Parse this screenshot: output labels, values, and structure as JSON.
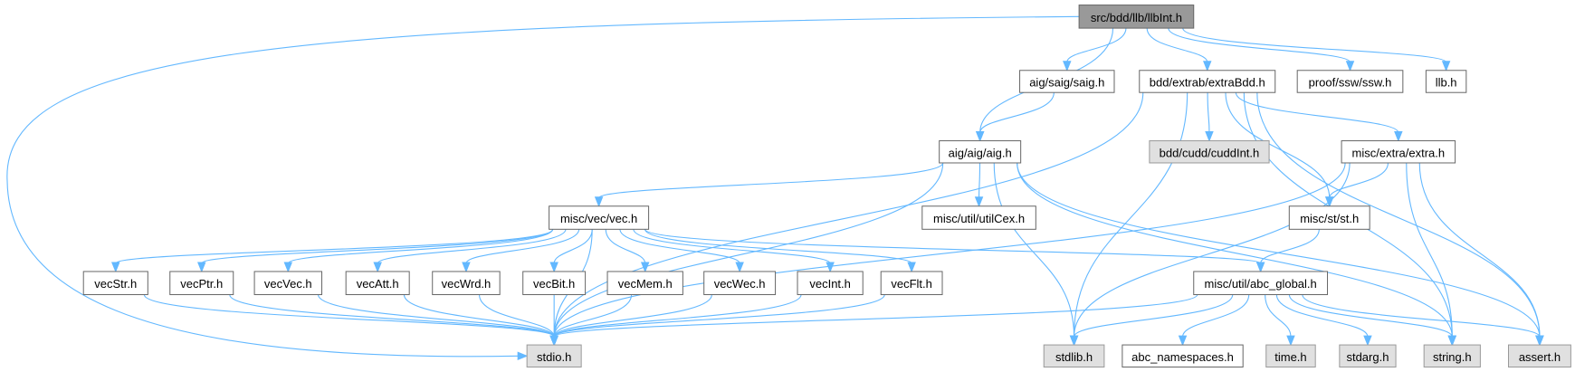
{
  "title": "src/bdd/llb/llbInt.h",
  "colors": {
    "edge": "#63b8ff",
    "root_fill": "#999999",
    "documented_fill": "#ffffff",
    "system_fill": "#e0e0e0",
    "border": "#666666"
  },
  "nodes": [
    {
      "id": "root",
      "label": "src/bdd/llb/llbInt.h",
      "kind": "root"
    },
    {
      "id": "saig",
      "label": "aig/saig/saig.h",
      "kind": "plain"
    },
    {
      "id": "extraBdd",
      "label": "bdd/extrab/extraBdd.h",
      "kind": "plain"
    },
    {
      "id": "ssw",
      "label": "proof/ssw/ssw.h",
      "kind": "plain"
    },
    {
      "id": "llb",
      "label": "llb.h",
      "kind": "plain"
    },
    {
      "id": "aig",
      "label": "aig/aig/aig.h",
      "kind": "plain"
    },
    {
      "id": "cuddInt",
      "label": "bdd/cudd/cuddInt.h",
      "kind": "sys"
    },
    {
      "id": "extra",
      "label": "misc/extra/extra.h",
      "kind": "plain"
    },
    {
      "id": "vec",
      "label": "misc/vec/vec.h",
      "kind": "plain"
    },
    {
      "id": "utilCex",
      "label": "misc/util/utilCex.h",
      "kind": "plain"
    },
    {
      "id": "st",
      "label": "misc/st/st.h",
      "kind": "plain"
    },
    {
      "id": "vecStr",
      "label": "vecStr.h",
      "kind": "plain"
    },
    {
      "id": "vecPtr",
      "label": "vecPtr.h",
      "kind": "plain"
    },
    {
      "id": "vecVec",
      "label": "vecVec.h",
      "kind": "plain"
    },
    {
      "id": "vecAtt",
      "label": "vecAtt.h",
      "kind": "plain"
    },
    {
      "id": "vecWrd",
      "label": "vecWrd.h",
      "kind": "plain"
    },
    {
      "id": "vecBit",
      "label": "vecBit.h",
      "kind": "plain"
    },
    {
      "id": "vecMem",
      "label": "vecMem.h",
      "kind": "plain"
    },
    {
      "id": "vecWec",
      "label": "vecWec.h",
      "kind": "plain"
    },
    {
      "id": "vecInt",
      "label": "vecInt.h",
      "kind": "plain"
    },
    {
      "id": "vecFlt",
      "label": "vecFlt.h",
      "kind": "plain"
    },
    {
      "id": "abc_global",
      "label": "misc/util/abc_global.h",
      "kind": "plain"
    },
    {
      "id": "stdio",
      "label": "stdio.h",
      "kind": "sys"
    },
    {
      "id": "stdlib",
      "label": "stdlib.h",
      "kind": "sys"
    },
    {
      "id": "abc_namespaces",
      "label": "abc_namespaces.h",
      "kind": "plain"
    },
    {
      "id": "time",
      "label": "time.h",
      "kind": "sys"
    },
    {
      "id": "stdarg",
      "label": "stdarg.h",
      "kind": "sys"
    },
    {
      "id": "string",
      "label": "string.h",
      "kind": "sys"
    },
    {
      "id": "assert",
      "label": "assert.h",
      "kind": "sys"
    }
  ],
  "edges": [
    [
      "root",
      "stdio"
    ],
    [
      "root",
      "aig"
    ],
    [
      "root",
      "saig"
    ],
    [
      "root",
      "extraBdd"
    ],
    [
      "root",
      "ssw"
    ],
    [
      "root",
      "llb"
    ],
    [
      "saig",
      "aig"
    ],
    [
      "aig",
      "stdio"
    ],
    [
      "aig",
      "stdlib"
    ],
    [
      "aig",
      "string"
    ],
    [
      "aig",
      "assert"
    ],
    [
      "aig",
      "vec"
    ],
    [
      "aig",
      "utilCex"
    ],
    [
      "extraBdd",
      "stdio"
    ],
    [
      "extraBdd",
      "stdlib"
    ],
    [
      "extraBdd",
      "string"
    ],
    [
      "extraBdd",
      "assert"
    ],
    [
      "extraBdd",
      "cuddInt"
    ],
    [
      "extraBdd",
      "extra"
    ],
    [
      "extraBdd",
      "st"
    ],
    [
      "extra",
      "stdio"
    ],
    [
      "extra",
      "stdlib"
    ],
    [
      "extra",
      "string"
    ],
    [
      "extra",
      "assert"
    ],
    [
      "extra",
      "st"
    ],
    [
      "st",
      "abc_global"
    ],
    [
      "vec",
      "stdio"
    ],
    [
      "vec",
      "vecStr"
    ],
    [
      "vec",
      "vecPtr"
    ],
    [
      "vec",
      "vecVec"
    ],
    [
      "vec",
      "vecAtt"
    ],
    [
      "vec",
      "vecWrd"
    ],
    [
      "vec",
      "vecBit"
    ],
    [
      "vec",
      "vecMem"
    ],
    [
      "vec",
      "vecWec"
    ],
    [
      "vec",
      "vecInt"
    ],
    [
      "vec",
      "vecFlt"
    ],
    [
      "vec",
      "abc_global"
    ],
    [
      "vecStr",
      "stdio"
    ],
    [
      "vecPtr",
      "stdio"
    ],
    [
      "vecVec",
      "stdio"
    ],
    [
      "vecAtt",
      "stdio"
    ],
    [
      "vecWrd",
      "stdio"
    ],
    [
      "vecBit",
      "stdio"
    ],
    [
      "vecMem",
      "stdio"
    ],
    [
      "vecWec",
      "stdio"
    ],
    [
      "vecInt",
      "stdio"
    ],
    [
      "vecFlt",
      "stdio"
    ],
    [
      "abc_global",
      "stdio"
    ],
    [
      "abc_global",
      "stdlib"
    ],
    [
      "abc_global",
      "abc_namespaces"
    ],
    [
      "abc_global",
      "time"
    ],
    [
      "abc_global",
      "stdarg"
    ],
    [
      "abc_global",
      "string"
    ],
    [
      "abc_global",
      "assert"
    ]
  ]
}
